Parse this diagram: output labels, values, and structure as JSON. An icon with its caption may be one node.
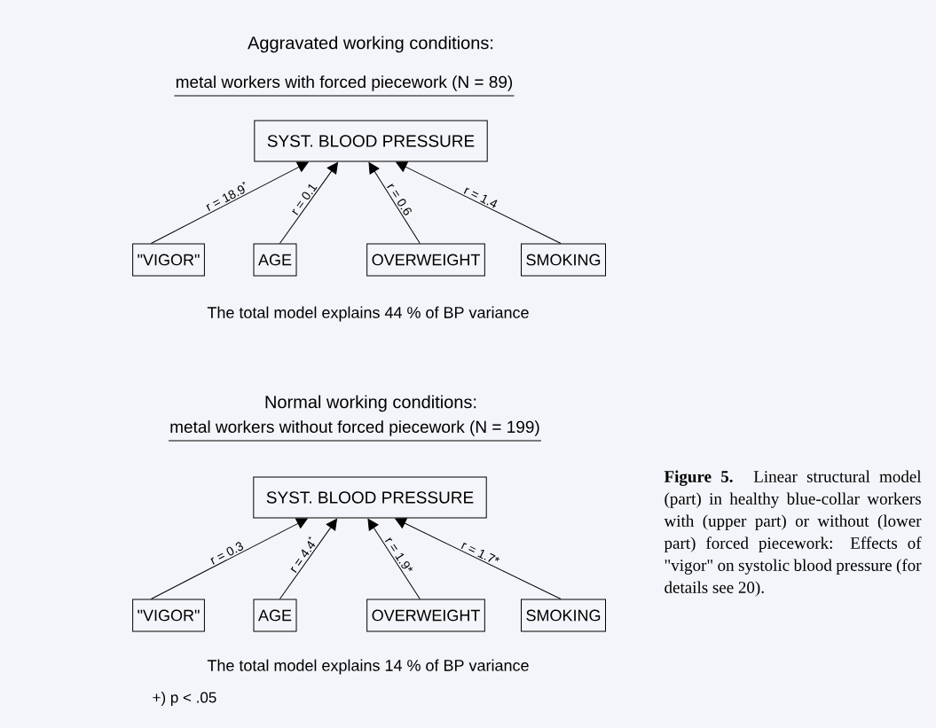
{
  "diagram": {
    "caption": "**Figure 5.** Linear structural model (part) in healthy blue-collar workers with (upper part) or without (lower part) forced piecework: Effects of \"vigor\" on systolic blood pressure (for details see 20).",
    "nodes": [
      {
        "text": [
          "SYST. BLOOD PRESSURE"
        ]
      },
      {
        "text": [
          "\"VIGOR\""
        ]
      },
      {
        "text": [
          "AGE"
        ]
      },
      {
        "text": [
          "OVERWEIGHT"
        ]
      },
      {
        "text": [
          "SMOKING"
        ]
      },
      {
        "text": [
          "SYST. BLOOD PRESSURE"
        ]
      },
      {
        "text": [
          "\"VIGOR\""
        ]
      },
      {
        "text": [
          "AGE"
        ]
      },
      {
        "text": [
          "OVERWEIGHT"
        ]
      },
      {
        "text": [
          "SMOKING"
        ]
      }
    ],
    "edges": [
      {
        "from": 1,
        "to": 0,
        "arrow": "to",
        "label": "r = 18.9$^{*}$"
      },
      {
        "from": 2,
        "to": 0,
        "arrow": "to",
        "label": "r = 0.1"
      },
      {
        "from": 3,
        "to": 0,
        "arrow": "to",
        "label": "r = 0.6"
      },
      {
        "from": 4,
        "to": 0,
        "arrow": "to",
        "label": "r = 1.4"
      },
      {
        "from": 6,
        "to": 5,
        "arrow": "to",
        "label": "r = 0.3"
      },
      {
        "from": 7,
        "to": 5,
        "arrow": "to",
        "label": "r = 4.4$^{*}$"
      },
      {
        "from": 8,
        "to": 5,
        "arrow": "to",
        "label": "r = 1.9*"
      },
      {
        "from": 9,
        "to": 5,
        "arrow": "to",
        "label": "r = 1.7*"
      }
    ],
    "labels": [
      "Aggravated working conditions:",
      "metal workers with forced piecework (N = 89)",
      "The total model explains 44 % of BP variance",
      "Normal working conditions:",
      "metal workers without forced piecework (N = 199)",
      "The total model explains 14 % of BP variance",
      "+) p < .05"
    ]
  }
}
